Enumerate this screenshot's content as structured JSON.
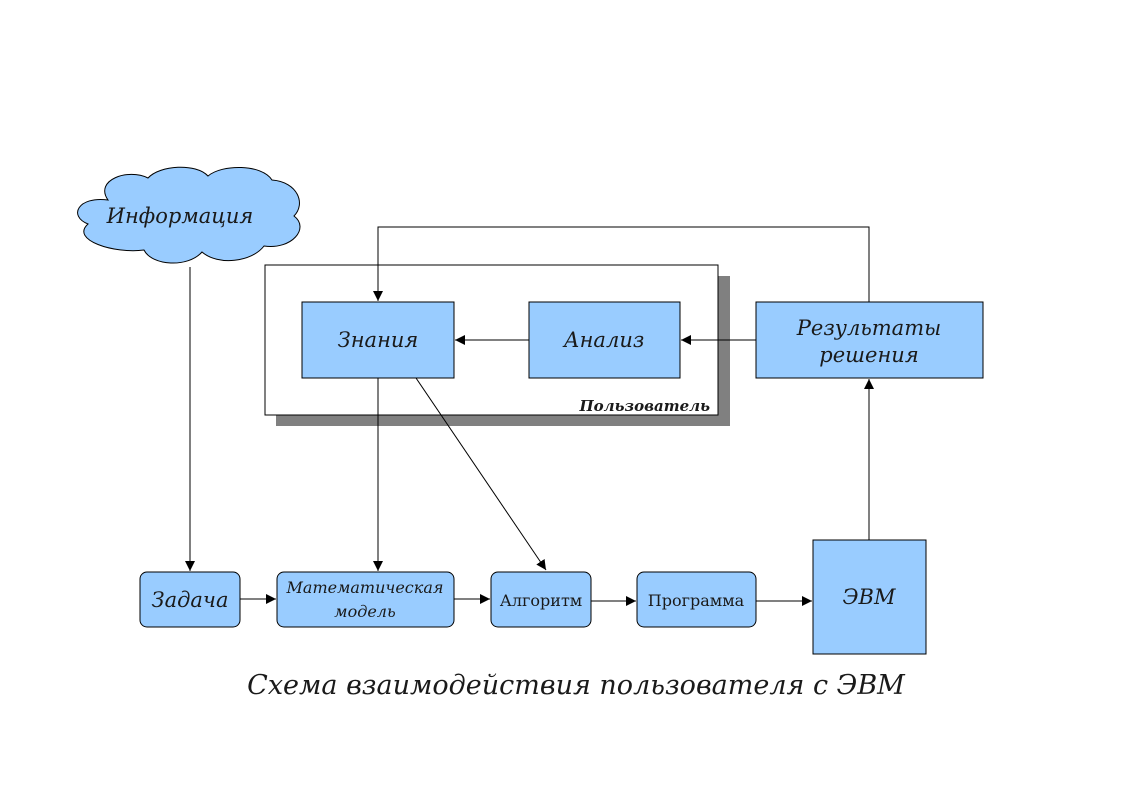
{
  "colors": {
    "node_fill": "#99ccff",
    "stroke": "#000000",
    "shadow": "#808080",
    "background": "#ffffff"
  },
  "nodes": {
    "info": "Информация",
    "knowledge": "Знания",
    "analysis": "Анализ",
    "results_line1": "Результаты",
    "results_line2": "решения",
    "user_group": "Пользователь",
    "task": "Задача",
    "model_line1": "Математическая",
    "model_line2": "модель",
    "algorithm": "Алгоритм",
    "program": "Программа",
    "computer": "ЭВМ"
  },
  "caption": "Схема взаимодействия пользователя с ЭВМ",
  "edges": [
    {
      "from": "info",
      "to": "task"
    },
    {
      "from": "task",
      "to": "model"
    },
    {
      "from": "model",
      "to": "algorithm"
    },
    {
      "from": "algorithm",
      "to": "program"
    },
    {
      "from": "program",
      "to": "computer"
    },
    {
      "from": "computer",
      "to": "results"
    },
    {
      "from": "results",
      "to": "analysis"
    },
    {
      "from": "analysis",
      "to": "knowledge"
    },
    {
      "from": "results",
      "to": "knowledge"
    },
    {
      "from": "knowledge",
      "to": "model"
    },
    {
      "from": "knowledge",
      "to": "algorithm"
    }
  ]
}
